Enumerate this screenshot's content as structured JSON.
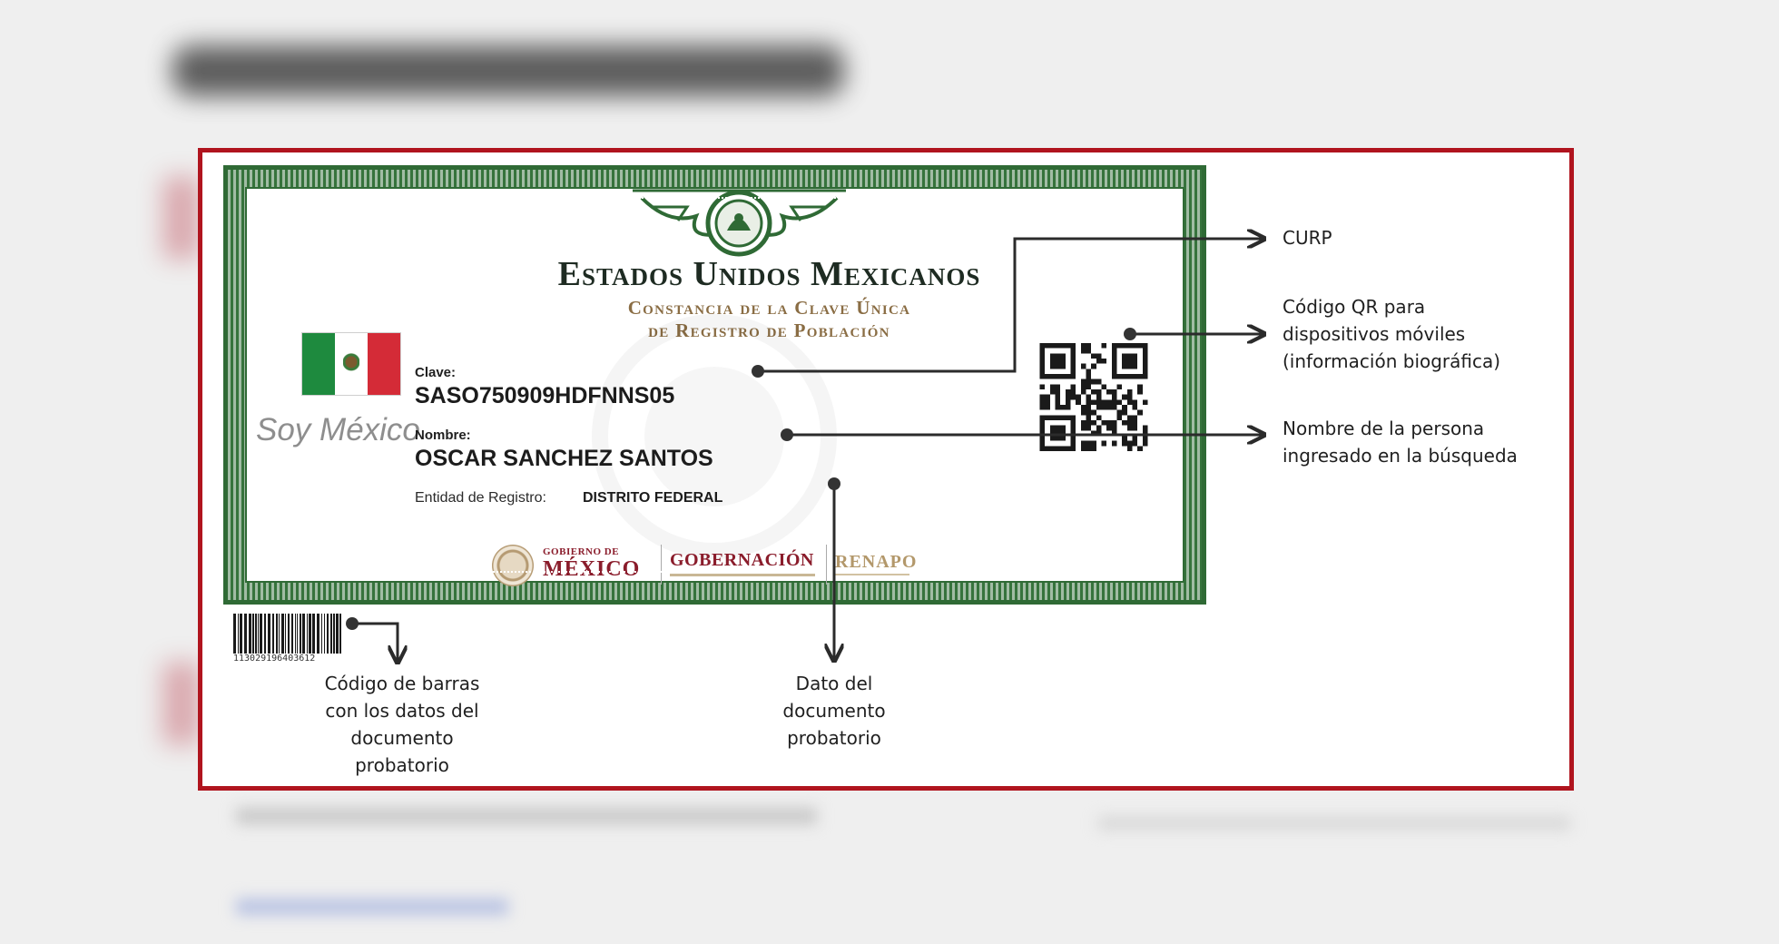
{
  "certificate": {
    "title": "Estados Unidos Mexicanos",
    "subtitle_line1": "Constancia de la Clave Única",
    "subtitle_line2": "de Registro de Población",
    "slogan": "Soy México",
    "clave_label": "Clave:",
    "clave_value": "SASO750909HDFNNS05",
    "nombre_label": "Nombre:",
    "nombre_value": "OSCAR SANCHEZ SANTOS",
    "entidad_label": "Entidad de Registro:",
    "entidad_value": "DISTRITO FEDERAL",
    "logos": {
      "gobierno_de": "GOBIERNO DE",
      "mexico": "MÉXICO",
      "gobernacion": "GOBERNACIÓN",
      "renapo": "RENAPO"
    }
  },
  "barcode_number": "113029196403612",
  "annotations": {
    "curp": "CURP",
    "qr_line1": "Código QR para",
    "qr_line2": "dispositivos móviles",
    "qr_line3": "(información biográfica)",
    "nombre_line1": "Nombre de la persona",
    "nombre_line2": "ingresado en la búsqueda",
    "barcode_line1": "Código de barras",
    "barcode_line2": "con los datos del",
    "barcode_line3": "documento",
    "barcode_line4": "probatorio",
    "dato_line1": "Dato del",
    "dato_line2": "documento",
    "dato_line3": "probatorio"
  },
  "colors": {
    "frame_border": "#b0141e",
    "certificate_green": "#2f6a35",
    "title_dark": "#1e2b22",
    "subtitle_gold": "#8a6d44",
    "logo_maroon": "#8a1c2b"
  }
}
